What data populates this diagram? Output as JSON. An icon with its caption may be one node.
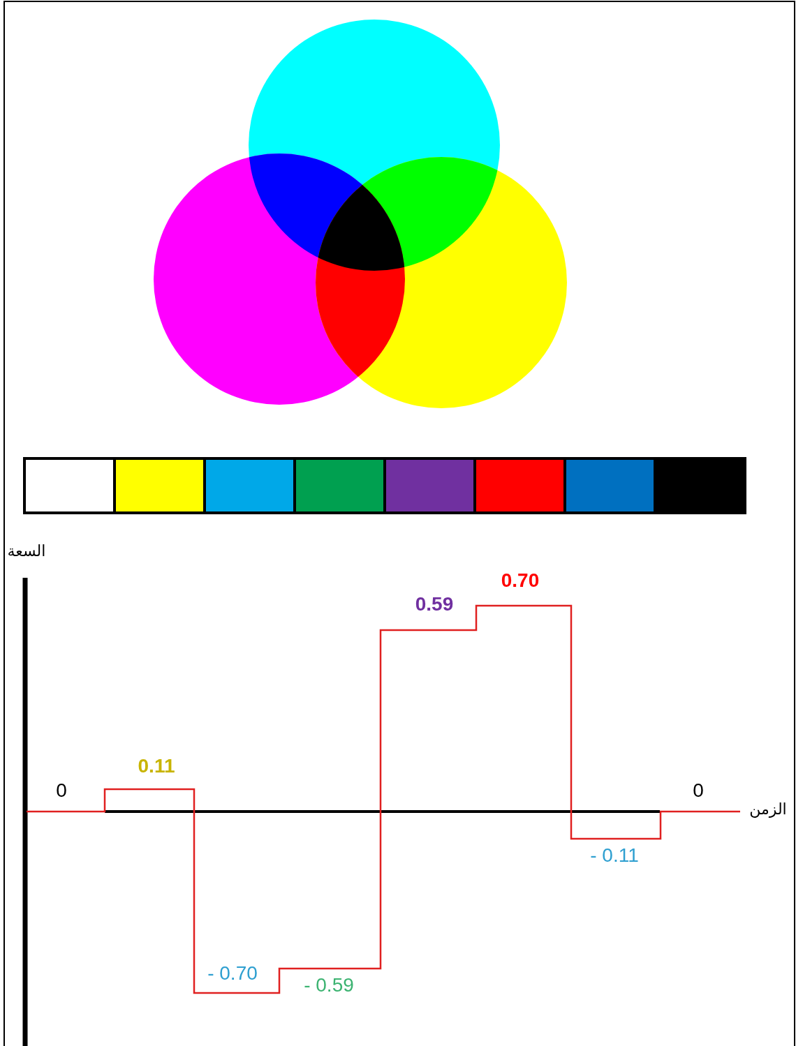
{
  "diagram": {
    "labels": [
      "السعة",
      "0.70",
      "0.59",
      "0.11",
      "0",
      "0",
      "الزمن",
      "- 0.11",
      "- 0.70",
      "- 0.59"
    ]
  }
}
